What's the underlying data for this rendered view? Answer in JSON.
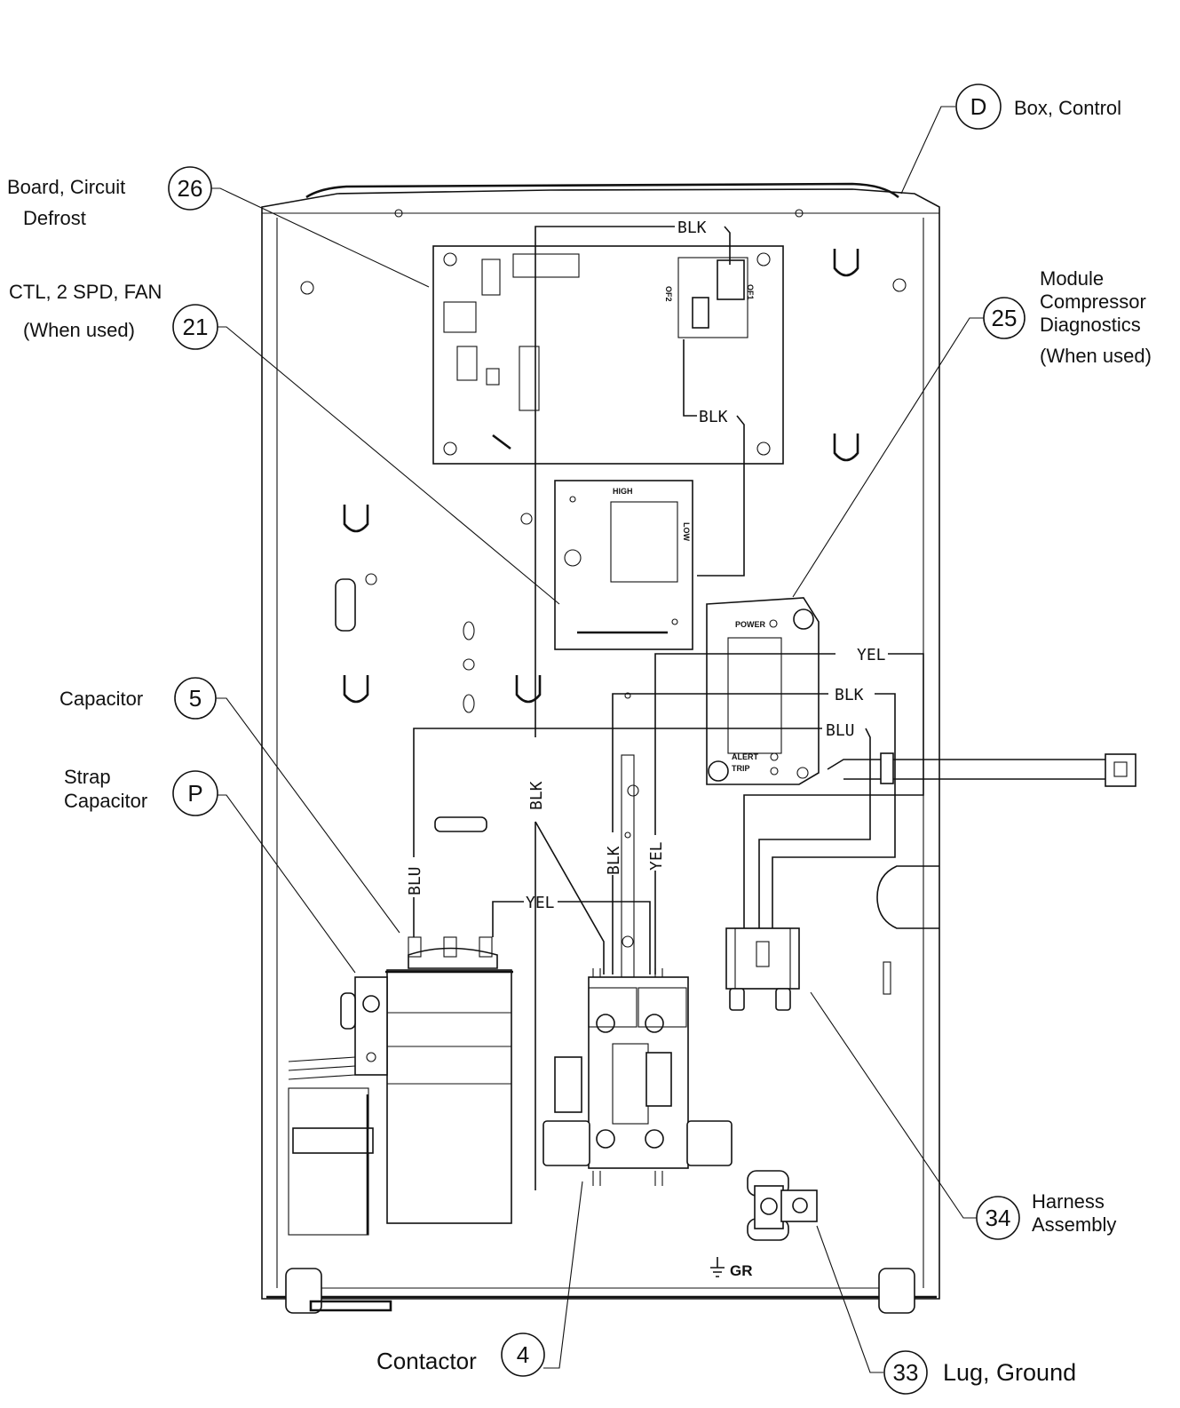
{
  "callouts": [
    {
      "id": "D",
      "text": "Box, Control"
    },
    {
      "id": "26",
      "text": "Board, Circuit",
      "text2": "Defrost"
    },
    {
      "id": "21",
      "text": "CTL, 2 SPD, FAN",
      "text2": "(When used)"
    },
    {
      "id": "25",
      "text": "Module",
      "text2": "Compressor",
      "text3": "Diagnostics",
      "text4": "(When used)"
    },
    {
      "id": "5",
      "text": "Capacitor"
    },
    {
      "id": "P",
      "text": "Strap",
      "text2": "Capacitor"
    },
    {
      "id": "34",
      "text": "Harness",
      "text2": "Assembly"
    },
    {
      "id": "4",
      "text": "Contactor"
    },
    {
      "id": "33",
      "text": "Lug, Ground"
    }
  ],
  "wires": {
    "blk_top": "BLK",
    "blk_mid": "BLK",
    "blk_vertical": "BLK",
    "blk_contactor": "BLK",
    "yel_contactor": "YEL",
    "blu_left": "BLU",
    "yel_cap": "YEL",
    "yel_module": "YEL",
    "blk_module": "BLK",
    "blu_module": "BLU"
  },
  "board_marks": {
    "of1": "OF1",
    "of2": "OF2",
    "high": "HIGH",
    "low": "LOW",
    "power": "POWER",
    "alert": "ALERT",
    "trip": "TRIP",
    "ground": "GR"
  },
  "colors": {
    "line": "#111111",
    "background": "#ffffff"
  }
}
